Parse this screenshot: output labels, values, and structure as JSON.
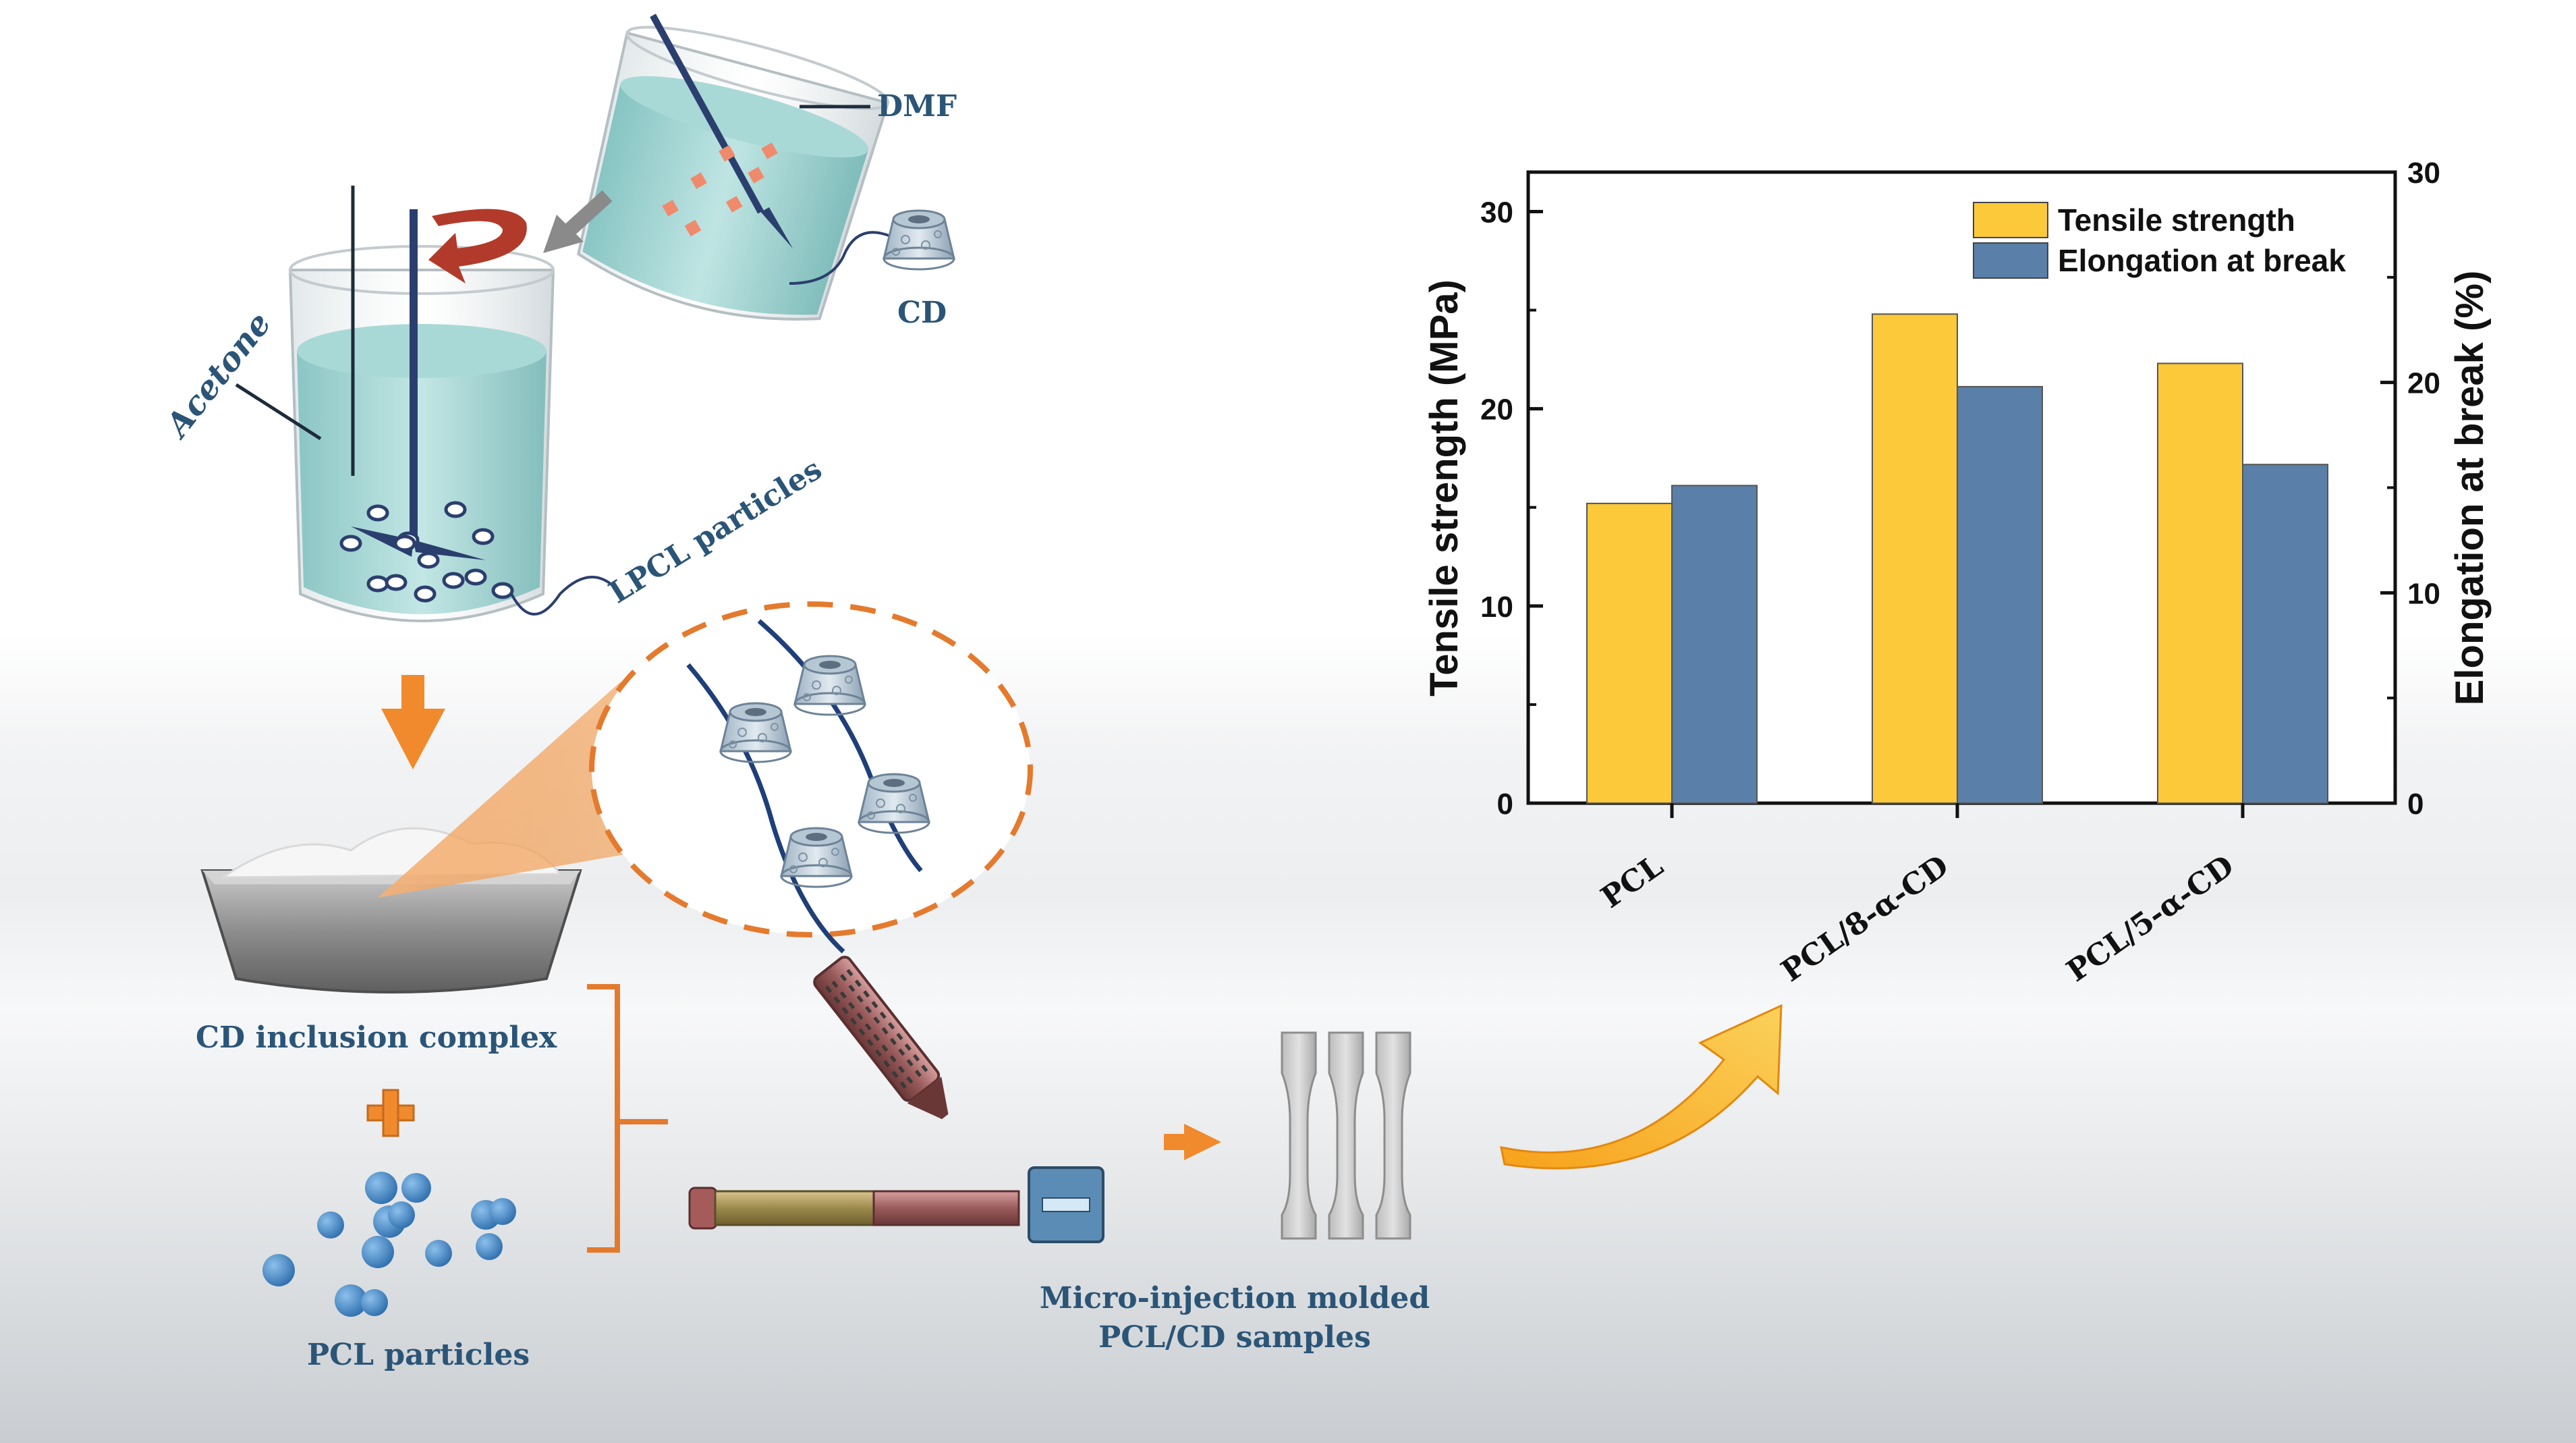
{
  "labels": {
    "dmf": "DMF",
    "cd": "CD",
    "acetone": "Acetone",
    "lpcl_particles": "LPCL particles",
    "cd_inclusion_complex": "CD inclusion complex",
    "pcl_particles": "PCL particles",
    "micro_injection_line1": "Micro-injection molded",
    "micro_injection_line2": "PCL/CD samples"
  },
  "colors": {
    "label_text": "#2b5577",
    "water": "#9fd3d1",
    "arrow_orange": "#f08a2c",
    "rotate_arrow": "#b23a2a",
    "pcl_particle": "#3f86c9",
    "tensile_bar": "#fbc93a",
    "elongation_bar": "#5a7fa8"
  },
  "chart_data": {
    "type": "bar",
    "categories": [
      "PCL",
      "PCL/8-α-CD",
      "PCL/5-α-CD"
    ],
    "series": [
      {
        "name": "Tensile strength",
        "axis": "left",
        "values": [
          15.2,
          24.8,
          22.3
        ]
      },
      {
        "name": "Elongation at break",
        "axis": "right",
        "values": [
          15.1,
          19.8,
          16.1
        ]
      }
    ],
    "ylabel": "Tensile strength (MPa)",
    "y2label": "Elongation at break (%)",
    "ylim": [
      0,
      32
    ],
    "y2lim": [
      0,
      30
    ],
    "yticks": [
      0,
      10,
      20,
      30
    ],
    "y2ticks": [
      0,
      10,
      20,
      30
    ],
    "legend": "top-right",
    "grid": false
  }
}
